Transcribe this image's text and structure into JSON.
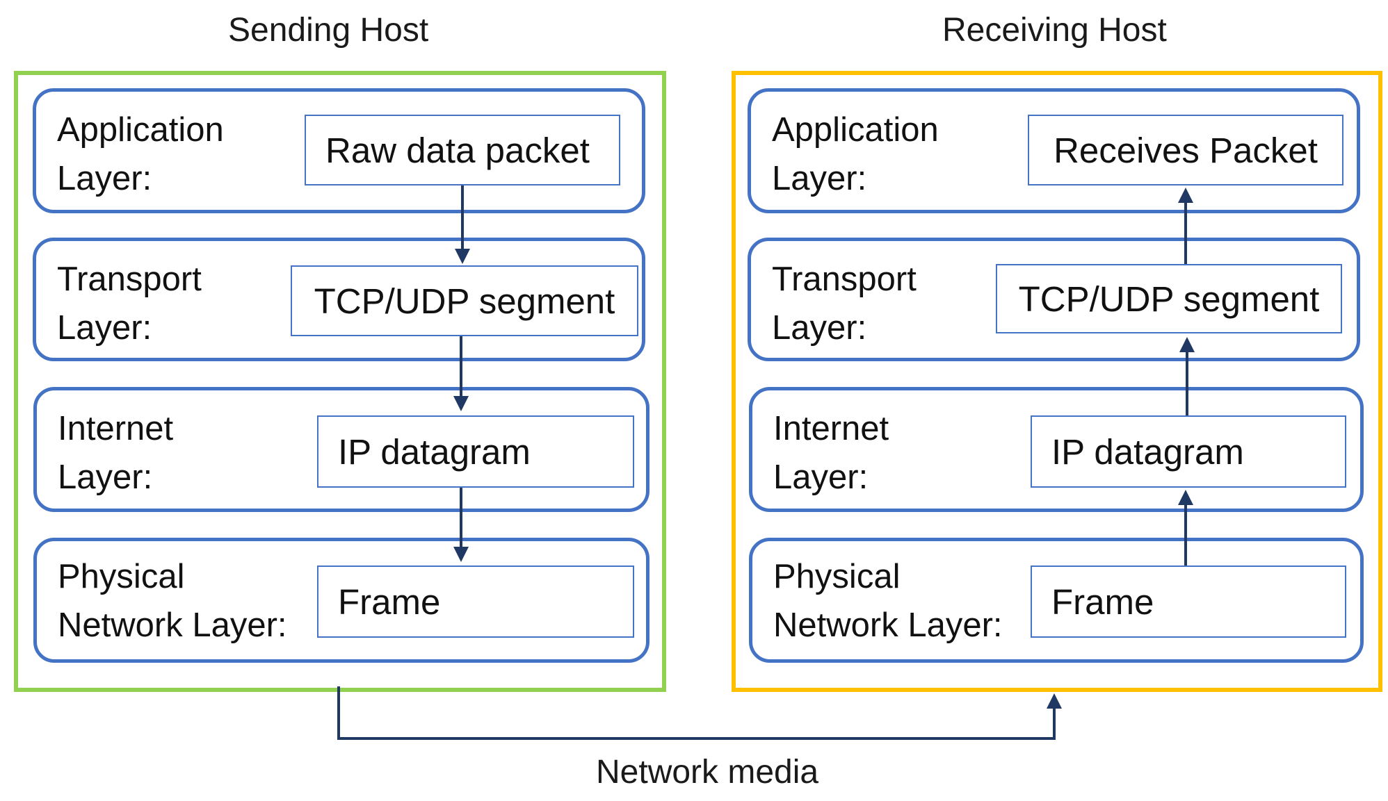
{
  "colors": {
    "sending_frame": "#92d050",
    "receiving_frame": "#ffc000",
    "layer_border": "#4472c4",
    "arrow": "#1f3864"
  },
  "sending_host": {
    "title": "Sending Host",
    "layers": [
      {
        "label": "Application\nLayer:",
        "unit": "Raw data packet"
      },
      {
        "label": "Transport\nLayer:",
        "unit": "TCP/UDP segment"
      },
      {
        "label": "Internet\nLayer:",
        "unit": "IP datagram"
      },
      {
        "label": "Physical\nNetwork Layer:",
        "unit": "Frame"
      }
    ]
  },
  "receiving_host": {
    "title": "Receiving Host",
    "layers": [
      {
        "label": "Application\nLayer:",
        "unit": "Receives Packet"
      },
      {
        "label": "Transport\nLayer:",
        "unit": "TCP/UDP segment"
      },
      {
        "label": "Internet\nLayer:",
        "unit": "IP datagram"
      },
      {
        "label": "Physical\nNetwork Layer:",
        "unit": "Frame"
      }
    ]
  },
  "network_media_label": "Network media"
}
